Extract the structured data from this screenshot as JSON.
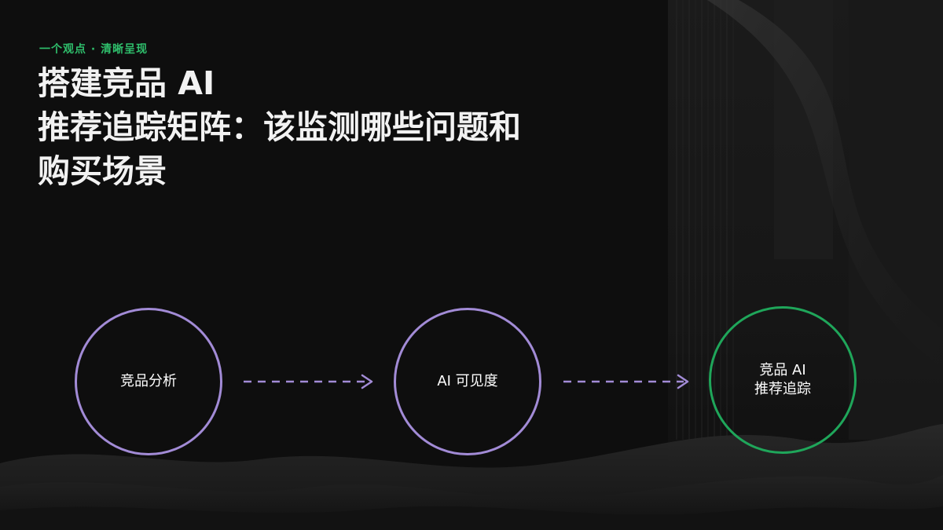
{
  "slide": {
    "eyebrow": "一个观点 · 清晰呈现",
    "title_lines": [
      "搭建竞品 AI",
      "推荐追踪矩阵：该监测哪些问题和",
      "购买场景"
    ]
  },
  "flow": {
    "nodes": [
      {
        "label": "竞品分析",
        "accent": "purple"
      },
      {
        "label": "AI 可见度",
        "accent": "purple"
      },
      {
        "label": "竞品 AI\n推荐追踪",
        "accent": "green"
      }
    ]
  },
  "colors": {
    "background": "#0e0e0e",
    "eyebrow": "#2fbf6c",
    "title": "#f2f2f2",
    "purple": "#a28bd6",
    "green": "#1fa65a",
    "arrow": "#a28bd6"
  }
}
